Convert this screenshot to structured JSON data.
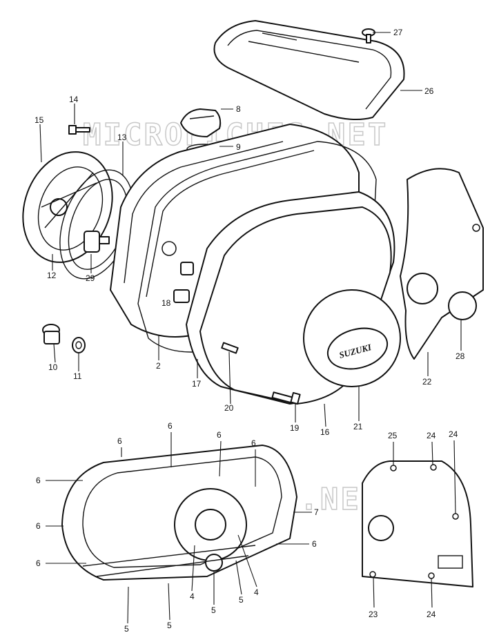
{
  "watermark": "MICROFICHES.NET",
  "badge": "SUZUKI",
  "callouts": [
    {
      "id": "c27",
      "text": "27"
    },
    {
      "id": "c26",
      "text": "26"
    },
    {
      "id": "c8",
      "text": "8"
    },
    {
      "id": "c9",
      "text": "9"
    },
    {
      "id": "c14",
      "text": "14"
    },
    {
      "id": "c15",
      "text": "15"
    },
    {
      "id": "c13",
      "text": "13"
    },
    {
      "id": "c12",
      "text": "12"
    },
    {
      "id": "c29",
      "text": "29"
    },
    {
      "id": "c18",
      "text": "18"
    },
    {
      "id": "c10",
      "text": "10"
    },
    {
      "id": "c11",
      "text": "11"
    },
    {
      "id": "c2",
      "text": "2"
    },
    {
      "id": "c17",
      "text": "17"
    },
    {
      "id": "c20",
      "text": "20"
    },
    {
      "id": "c19",
      "text": "19"
    },
    {
      "id": "c16",
      "text": "16"
    },
    {
      "id": "c21",
      "text": "21"
    },
    {
      "id": "c22",
      "text": "22"
    },
    {
      "id": "c28",
      "text": "28"
    },
    {
      "id": "c6a",
      "text": "6"
    },
    {
      "id": "c6b",
      "text": "6"
    },
    {
      "id": "c6c",
      "text": "6"
    },
    {
      "id": "c6d",
      "text": "6"
    },
    {
      "id": "c6e",
      "text": "6"
    },
    {
      "id": "c6f",
      "text": "6"
    },
    {
      "id": "c6g",
      "text": "6"
    },
    {
      "id": "c6h",
      "text": "6"
    },
    {
      "id": "c7",
      "text": "7"
    },
    {
      "id": "c4a",
      "text": "4"
    },
    {
      "id": "c4b",
      "text": "4"
    },
    {
      "id": "c5a",
      "text": "5"
    },
    {
      "id": "c5b",
      "text": "5"
    },
    {
      "id": "c5c",
      "text": "5"
    },
    {
      "id": "c5d",
      "text": "5"
    },
    {
      "id": "c25",
      "text": "25"
    },
    {
      "id": "c24a",
      "text": "24"
    },
    {
      "id": "c24b",
      "text": "24"
    },
    {
      "id": "c24c",
      "text": "24"
    },
    {
      "id": "c23",
      "text": "23"
    }
  ]
}
